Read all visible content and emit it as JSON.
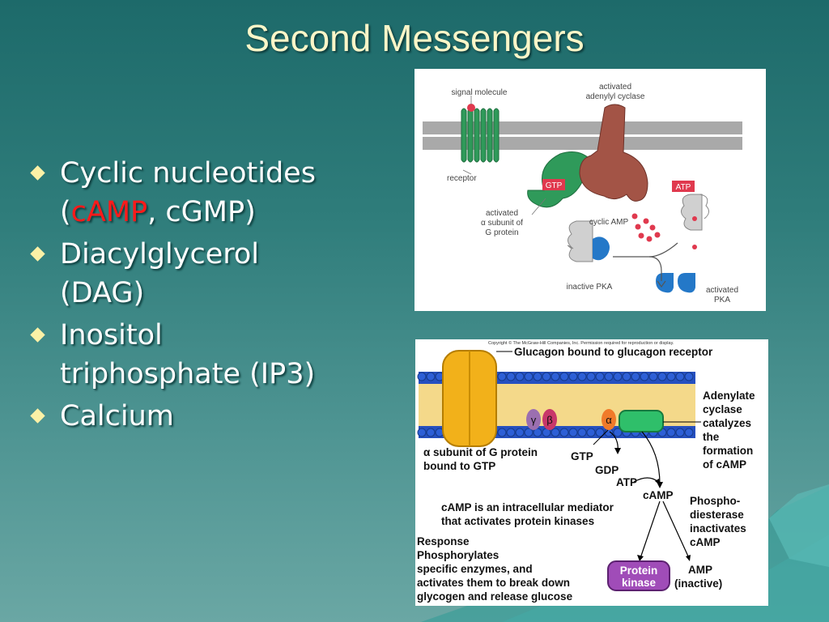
{
  "slide": {
    "title": "Second Messengers"
  },
  "bullets": {
    "b1_line1": "Cyclic nucleotides",
    "b1_open": "(",
    "b1_highlight": "cAMP",
    "b1_rest": ", cGMP)",
    "b2_line1": "Diacylglycerol",
    "b2_line2": "(DAG)",
    "b3_line1": "Inositol",
    "b3_line2": "triphosphate (IP3)",
    "b4_line1": "Calcium"
  },
  "diagram1": {
    "signal_molecule": "signal molecule",
    "activated_ac_1": "activated",
    "activated_ac_2": "adenylyl cyclase",
    "receptor": "receptor",
    "gtp": "GTP",
    "atp": "ATP",
    "alpha_1": "activated",
    "alpha_2": "α subunit of",
    "alpha_3": "G protein",
    "cyclic_amp": "cyclic AMP",
    "inactive_pka": "inactive PKA",
    "activated_pka_1": "activated",
    "activated_pka_2": "PKA"
  },
  "diagram2": {
    "copyright": "Copyright © The McGraw-Hill Companies, Inc. Permission required for reproduction or display.",
    "glucagon": "Glucagon bound to glucagon receptor",
    "gamma": "γ",
    "beta": "β",
    "alpha": "α",
    "ac_1": "Adenylate",
    "ac_2": "cyclase",
    "ac_3": "catalyzes",
    "ac_4": "the",
    "ac_5": "formation",
    "ac_6": "of cAMP",
    "asub_1": "α subunit of G protein",
    "asub_2": "bound to GTP",
    "gtp": "GTP",
    "gdp": "GDP",
    "atp": "ATP",
    "camp": "cAMP",
    "mediator_1": "cAMP is an intracellular mediator",
    "mediator_2": "that activates protein kinases",
    "pde_1": "Phospho-",
    "pde_2": "diesterase",
    "pde_3": "inactivates",
    "pde_4": "cAMP",
    "resp_1": "Response",
    "resp_2": "Phosphorylates",
    "resp_3": "specific enzymes, and",
    "resp_4": "activates them to break down",
    "resp_5": "glycogen and release glucose",
    "pk_1": "Protein",
    "pk_2": "kinase",
    "amp_1": "AMP",
    "amp_2": "(inactive)"
  }
}
